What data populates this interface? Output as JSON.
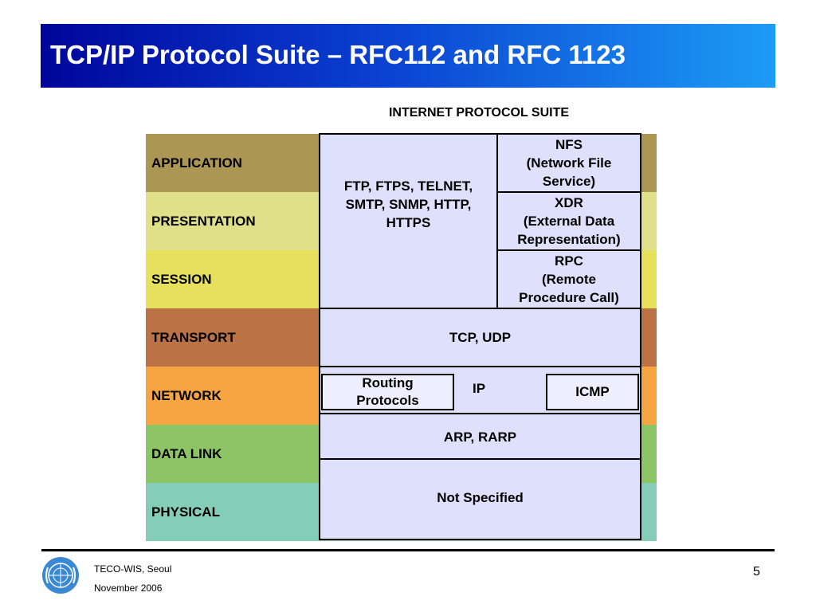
{
  "title": "TCP/IP Protocol Suite – RFC112 and RFC 1123",
  "subtitle": "INTERNET PROTOCOL SUITE",
  "layers": [
    {
      "label": "APPLICATION",
      "color": "#ab9654"
    },
    {
      "label": "PRESENTATION",
      "color": "#e0e08a"
    },
    {
      "label": "SESSION",
      "color": "#e7e05c"
    },
    {
      "label": "TRANSPORT",
      "color": "#bb7245"
    },
    {
      "label": "NETWORK",
      "color": "#f7a443"
    },
    {
      "label": "DATA LINK",
      "color": "#8cc466"
    },
    {
      "label": "PHYSICAL",
      "color": "#84ceb7"
    }
  ],
  "boxes": {
    "app_protocols": "FTP, FTPS, TELNET,\nSMTP, SNMP, HTTP,\nHTTPS",
    "nfs": "NFS\n(Network File\nService)",
    "xdr": "XDR\n(External Data\nRepresentation)",
    "rpc": "RPC\n(Remote\nProcedure Call)",
    "transport": "TCP, UDP",
    "routing": "Routing\nProtocols",
    "ip": "IP",
    "icmp": "ICMP",
    "datalink": "ARP, RARP",
    "physical": "Not Specified"
  },
  "footer": {
    "org": "TECO-WIS, Seoul",
    "date": "November 2006",
    "page": "5"
  }
}
